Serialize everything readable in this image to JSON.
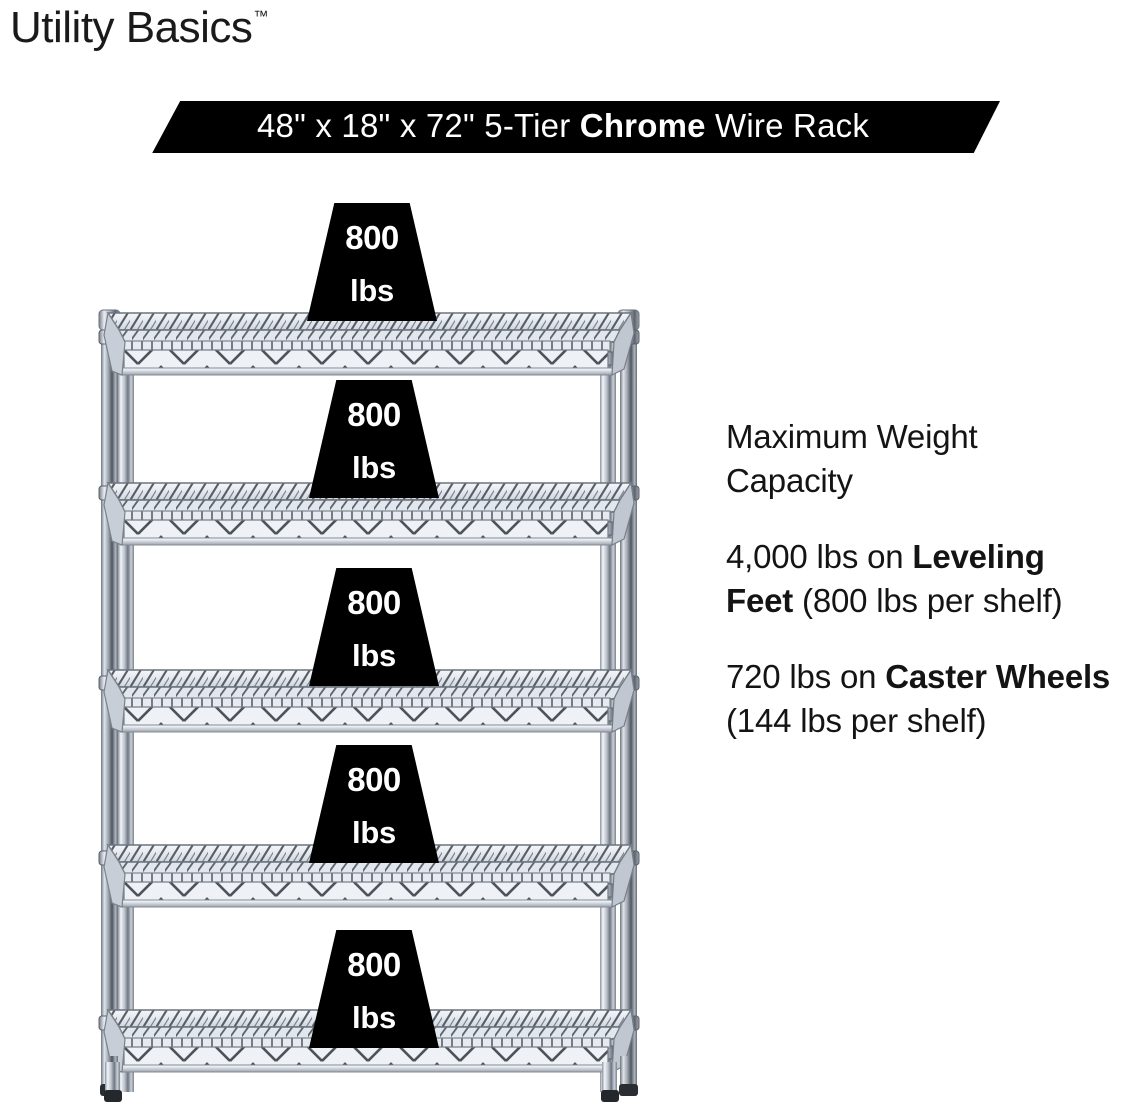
{
  "brand": {
    "name": "Utility Basics",
    "trademark": "™"
  },
  "banner": {
    "prefix": "48\" x 18\" x 72\" 5-Tier ",
    "emphasis": "Chrome",
    "suffix": " Wire Rack",
    "full_text": "48\" x 18\" x 72\" 5-Tier Chrome Wire Rack",
    "background_color": "#000000",
    "text_color": "#FFFFFF"
  },
  "copy": {
    "heading": "Maximum Weight Capacity",
    "spec_leveling": {
      "value": "4,000 lbs on ",
      "emphasis": "Leveling Feet",
      "detail": " (800 lbs per shelf)"
    },
    "spec_caster": {
      "value": "720 lbs on ",
      "emphasis": "Caster Wheels",
      "detail": " (144 lbs per shelf)"
    }
  },
  "product": {
    "tier_count": 5,
    "chrome_color": "#D6DBE3",
    "wire_color": "#3A3F47",
    "badges": [
      {
        "num": "800",
        "unit": "lbs"
      },
      {
        "num": "800",
        "unit": "lbs"
      },
      {
        "num": "800",
        "unit": "lbs"
      },
      {
        "num": "800",
        "unit": "lbs"
      },
      {
        "num": "800",
        "unit": "lbs"
      }
    ]
  }
}
